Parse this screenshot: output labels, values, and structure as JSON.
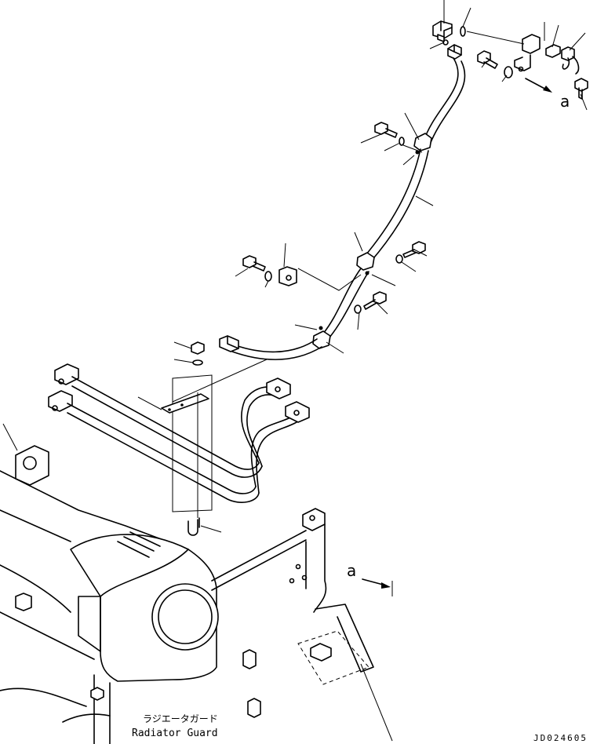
{
  "labels": {
    "radiator_guard_jp": "ラジエータガード",
    "radiator_guard_en": "Radiator Guard",
    "section_marker_top": "a",
    "section_marker_bottom": "a",
    "drawing_number": "JD024605"
  }
}
